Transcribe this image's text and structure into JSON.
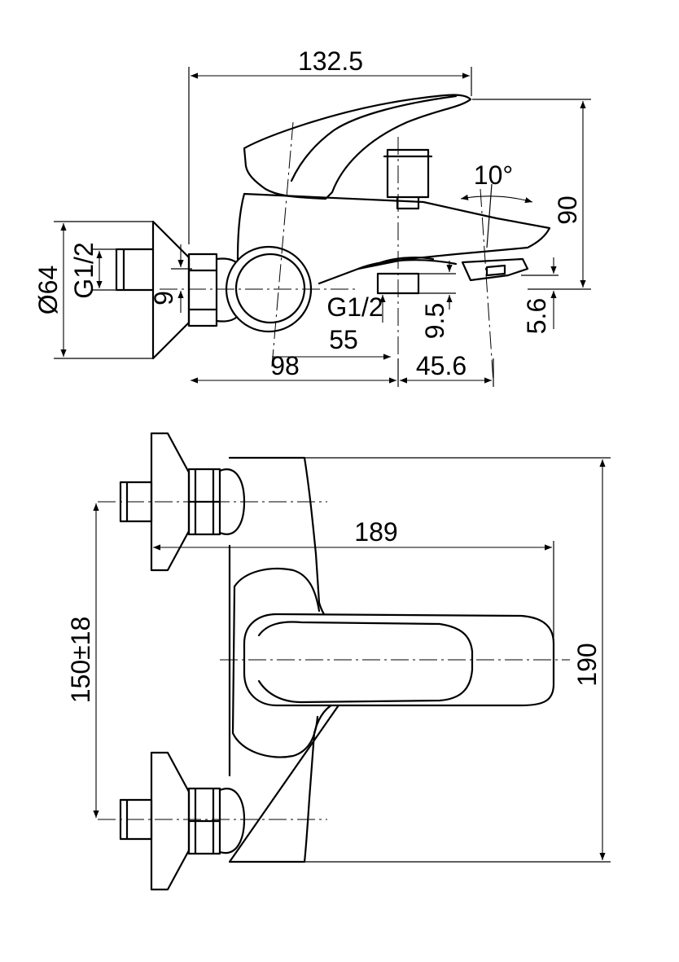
{
  "side_view": {
    "overall_length": "132.5",
    "height": "90",
    "spout_angle": "10°",
    "flange_diameter": "Ø64",
    "inlet_thread": "G1/2",
    "inlet_offset": "9",
    "outlet_thread": "G1/2",
    "outlet_height": "9.5",
    "aerator_offset": "5.6",
    "outlet_distance": "55",
    "wall_to_lever": "98",
    "spout_projection": "45.6"
  },
  "top_view": {
    "overall_length": "189",
    "overall_height": "190",
    "centers": "150±18"
  },
  "colors": {
    "line": "#000000",
    "background": "#ffffff"
  }
}
